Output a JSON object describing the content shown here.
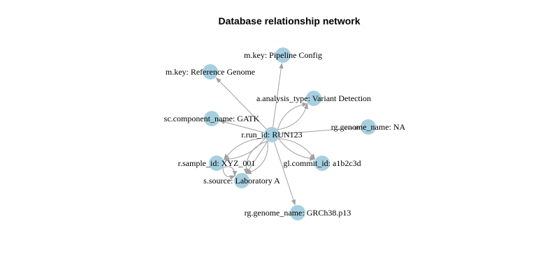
{
  "title": "Database relationship network",
  "colors": {
    "node_fill": "#a6cfe0",
    "edge_stroke": "#a0a0a0",
    "text": "#000000",
    "background": "#ffffff"
  },
  "nodes": [
    {
      "id": "run",
      "label": "r.run_id: RUN123"
    },
    {
      "id": "pipeline",
      "label": "m.key: Pipeline Config"
    },
    {
      "id": "refgenome",
      "label": "m.key: Reference Genome"
    },
    {
      "id": "analysis",
      "label": "a.analysis_type: Variant Detection"
    },
    {
      "id": "gatk",
      "label": "sc.component_name: GATK"
    },
    {
      "id": "rgna",
      "label": "rg.genome_name: NA"
    },
    {
      "id": "sample",
      "label": "r.sample_id: XYZ_001"
    },
    {
      "id": "commit",
      "label": "gl.commit_id: a1b2c3d"
    },
    {
      "id": "source",
      "label": "s.source: Laboratory A"
    },
    {
      "id": "grch",
      "label": "rg.genome_name: GRCh38.p13"
    }
  ],
  "edges": [
    {
      "from": "run",
      "to": "pipeline"
    },
    {
      "from": "run",
      "to": "refgenome"
    },
    {
      "from": "run",
      "to": "analysis"
    },
    {
      "from": "run",
      "to": "analysis"
    },
    {
      "from": "run",
      "to": "gatk"
    },
    {
      "from": "run",
      "to": "rgna"
    },
    {
      "from": "run",
      "to": "sample"
    },
    {
      "from": "run",
      "to": "sample"
    },
    {
      "from": "run",
      "to": "commit"
    },
    {
      "from": "run",
      "to": "commit"
    },
    {
      "from": "run",
      "to": "source"
    },
    {
      "from": "run",
      "to": "source"
    },
    {
      "from": "run",
      "to": "source"
    },
    {
      "from": "run",
      "to": "grch"
    },
    {
      "from": "sample",
      "to": "source"
    },
    {
      "from": "sample",
      "to": "source"
    }
  ]
}
